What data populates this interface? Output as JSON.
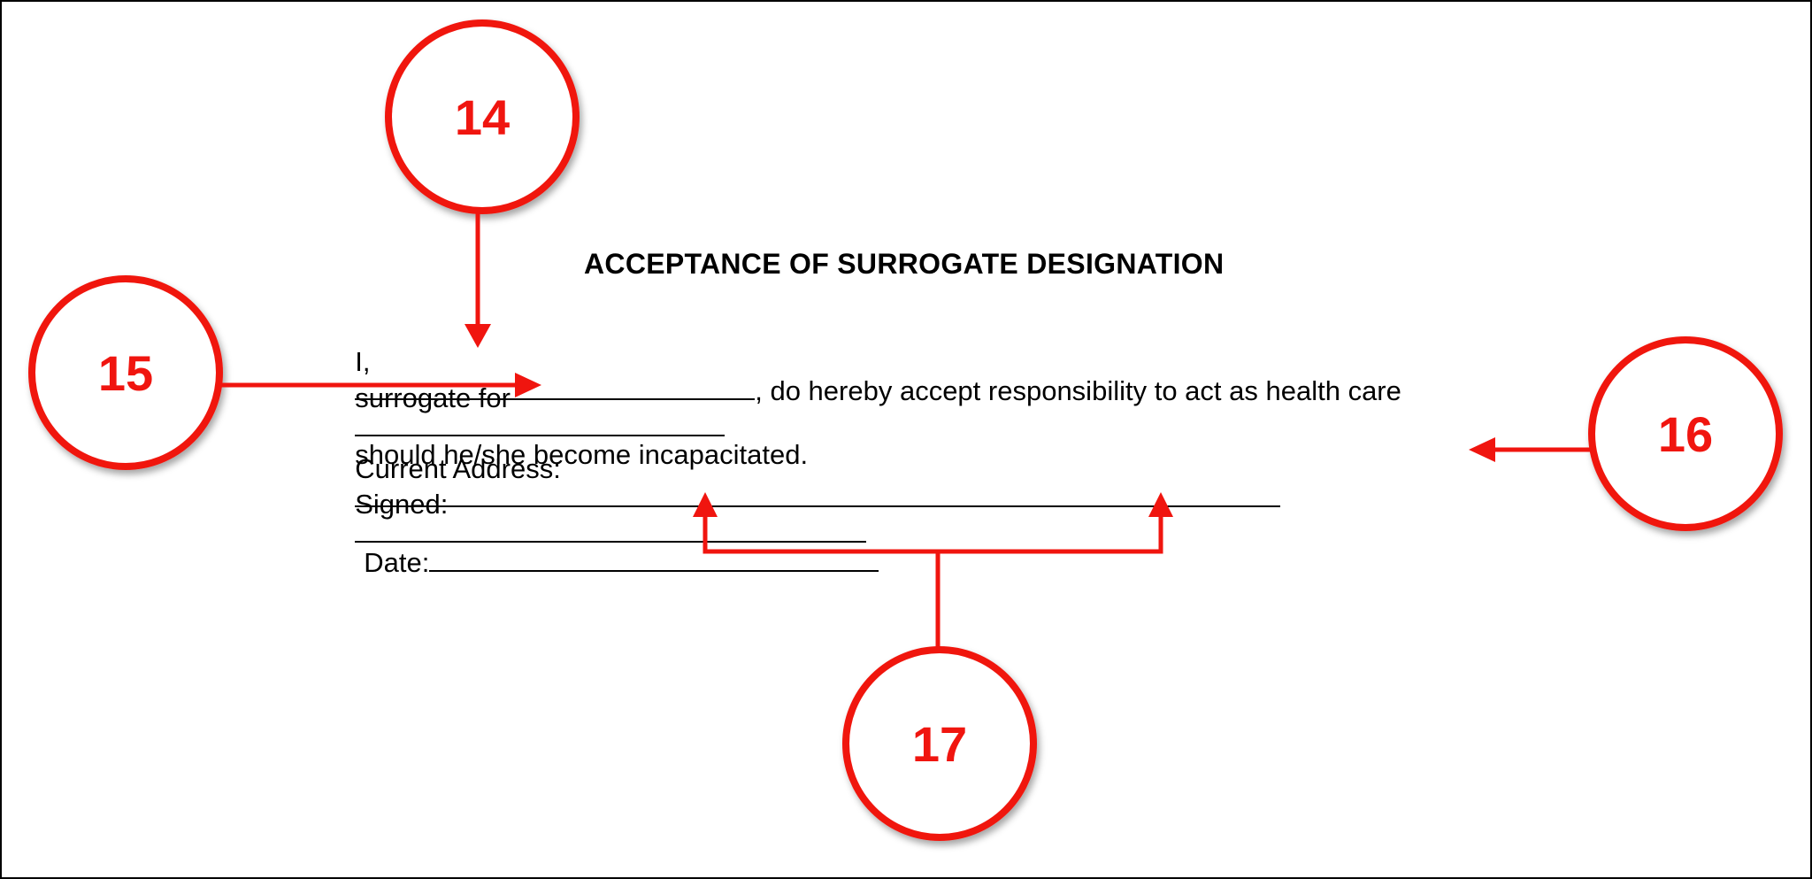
{
  "document": {
    "title": "ACCEPTANCE OF SURROGATE DESIGNATION",
    "line1_start": "I,",
    "line1_end": ", do hereby accept responsibility to act as health care",
    "line2_start": "surrogate for",
    "line2_end": "should he/she become incapacitated.",
    "address_label": "Current Address:",
    "signed_label": "Signed:",
    "date_label": "Date:"
  },
  "callouts": {
    "c14": "14",
    "c15": "15",
    "c16": "16",
    "c17": "17"
  },
  "colors": {
    "callout_red": "#f0150f",
    "text": "#000000"
  }
}
